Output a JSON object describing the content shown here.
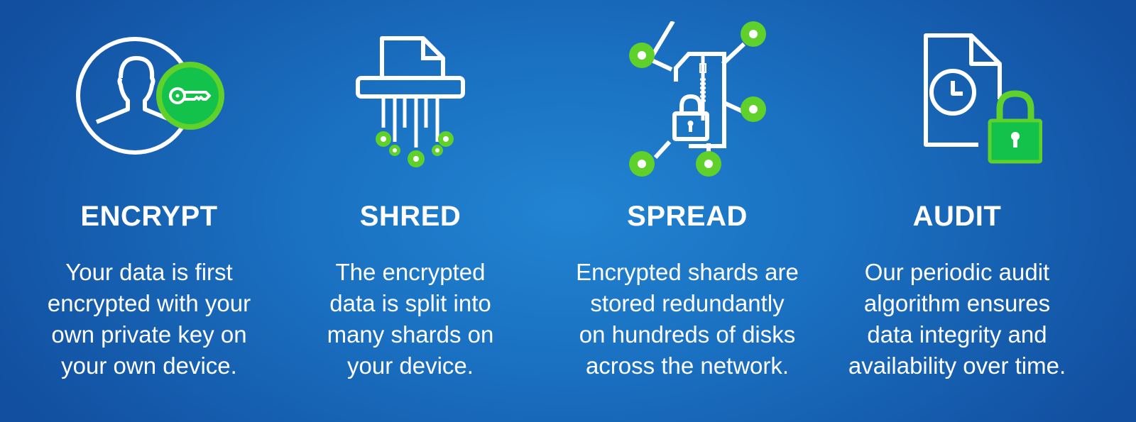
{
  "colors": {
    "accent_green": "#5fd12a",
    "inner_green": "#13c24b",
    "icon_white": "#ffffff"
  },
  "steps": [
    {
      "icon": "user-key-icon",
      "title": "ENCRYPT",
      "lines": [
        "Your data is first",
        "encrypted with your",
        "own private key on",
        "your own device."
      ]
    },
    {
      "icon": "shredder-icon",
      "title": "SHRED",
      "lines": [
        "The encrypted",
        "data is split into",
        "many shards on",
        "your device."
      ]
    },
    {
      "icon": "network-file-lock-icon",
      "title": "SPREAD",
      "lines": [
        "Encrypted shards are",
        "stored redundantly",
        "on hundreds of disks",
        "across the network."
      ]
    },
    {
      "icon": "document-clock-lock-icon",
      "title": "AUDIT",
      "lines": [
        "Our periodic audit",
        "algorithm ensures",
        "data integrity and",
        "availability over time."
      ]
    }
  ]
}
